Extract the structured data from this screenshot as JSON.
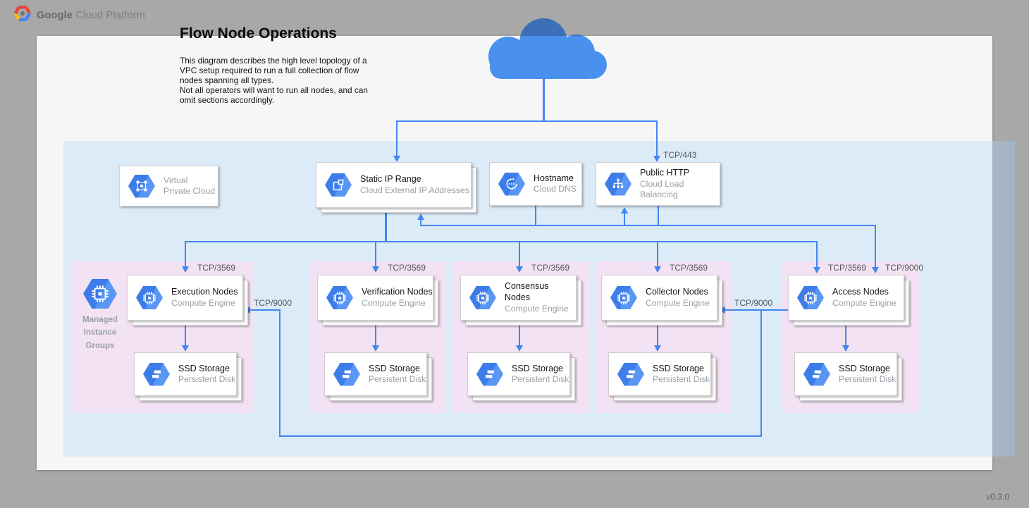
{
  "header": {
    "logo_bold": "Google",
    "logo_rest": " Cloud Platform"
  },
  "title": "Flow Node Operations",
  "description": "This diagram describes the high level topology of a\nVPC setup required to run a full collection of flow\nnodes spanning all types.\nNot all operators will want to run all nodes, and can\nomit sections accordingly.",
  "version": "v0.3.0",
  "colors": {
    "edge_blue": "#4285f4",
    "vpc_zone": "#dcebf8",
    "group_pink": "#f3e2f3",
    "icon_blue": "#4285f4"
  },
  "top_cards": {
    "vpc": {
      "subtitle": "Virtual\nPrivate Cloud",
      "icon": "virtual-private-cloud"
    },
    "static_ip": {
      "title": "Static IP Range",
      "subtitle": "Cloud External IP Addresses",
      "icon": "external-ip-address"
    },
    "hostname": {
      "title": "Hostname",
      "subtitle": "Cloud DNS",
      "icon": "cloud-dns"
    },
    "public_http": {
      "title": "Public HTTP",
      "subtitle": "Cloud Load Balancing",
      "icon": "cloud-load-balancing"
    }
  },
  "mig_label": "Managed\nInstance\nGroups",
  "groups": [
    {
      "compute": {
        "title": "Execution Nodes",
        "subtitle": "Compute Engine"
      },
      "storage": {
        "title": "SSD Storage",
        "subtitle": "Persistent Disk"
      },
      "port_label": "TCP/3569"
    },
    {
      "compute": {
        "title": "Verification Nodes",
        "subtitle": "Compute Engine"
      },
      "storage": {
        "title": "SSD Storage",
        "subtitle": "Persistent Disk"
      },
      "port_label": "TCP/3569"
    },
    {
      "compute": {
        "title": "Consensus Nodes",
        "subtitle": "Compute Engine"
      },
      "storage": {
        "title": "SSD Storage",
        "subtitle": "Persistent Disk"
      },
      "port_label": "TCP/3569"
    },
    {
      "compute": {
        "title": "Collector Nodes",
        "subtitle": "Compute Engine"
      },
      "storage": {
        "title": "SSD Storage",
        "subtitle": "Persistent Disk"
      },
      "port_label": "TCP/3569"
    },
    {
      "compute": {
        "title": "Access Nodes",
        "subtitle": "Compute Engine"
      },
      "storage": {
        "title": "SSD Storage",
        "subtitle": "Persistent Disk"
      },
      "port_label": "TCP/3569"
    }
  ],
  "edge_labels": {
    "tcp443": "TCP/443",
    "tcp9000_access_in": "TCP/9000",
    "tcp9000_to_execution": "TCP/9000",
    "tcp9000_to_collector": "TCP/9000"
  }
}
